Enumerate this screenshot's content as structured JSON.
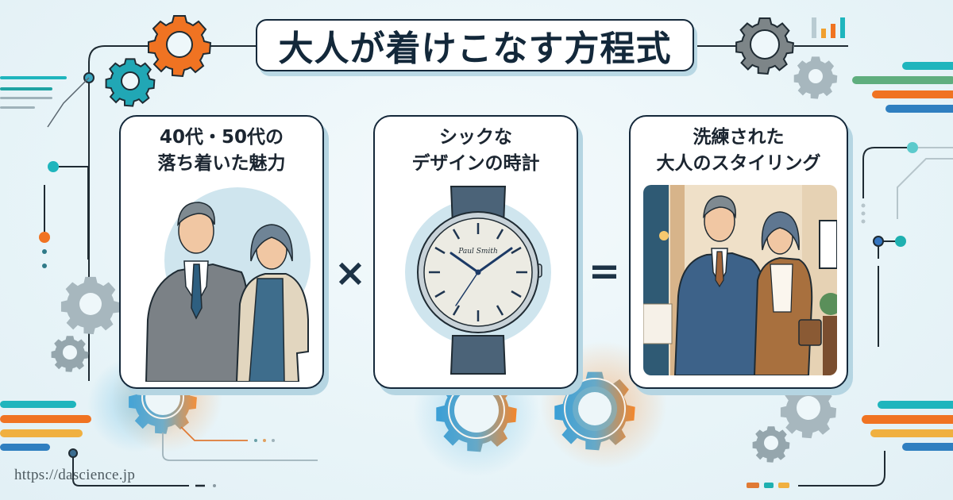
{
  "title": "大人が着けこなす方程式",
  "cards": [
    {
      "id": "mature-charm",
      "title_lines": [
        "40代・50代の",
        "落ち着いた魅力"
      ],
      "illustration": "middle-aged-couple-illustration"
    },
    {
      "id": "chic-watch",
      "title_lines": [
        "シックな",
        "デザインの時計"
      ],
      "illustration": "wristwatch-illustration",
      "watch_brand_text": "Paul Smith"
    },
    {
      "id": "refined-styling",
      "title_lines": [
        "洗練された",
        "大人のスタイリング"
      ],
      "illustration": "styled-couple-in-restaurant-illustration"
    }
  ],
  "operators": {
    "multiply": "×",
    "equals": "="
  },
  "footer": {
    "url": "https://dascience.jp"
  },
  "colors": {
    "background": "#e8f4f8",
    "ink": "#14283a",
    "orange": "#f07322",
    "teal": "#1fb5bd",
    "blue": "#2f7fc0",
    "yellow": "#f0b040",
    "gray_gear": "#a7b7be",
    "green": "#5fae7e",
    "card_shadow": "#b5d5e2"
  },
  "decorations": {
    "icons": [
      "orange-gear-icon",
      "teal-gear-icon",
      "dark-gray-gear-icon",
      "light-gray-gear-icon",
      "bar-chart-icon",
      "gradient-gear-icon"
    ]
  }
}
